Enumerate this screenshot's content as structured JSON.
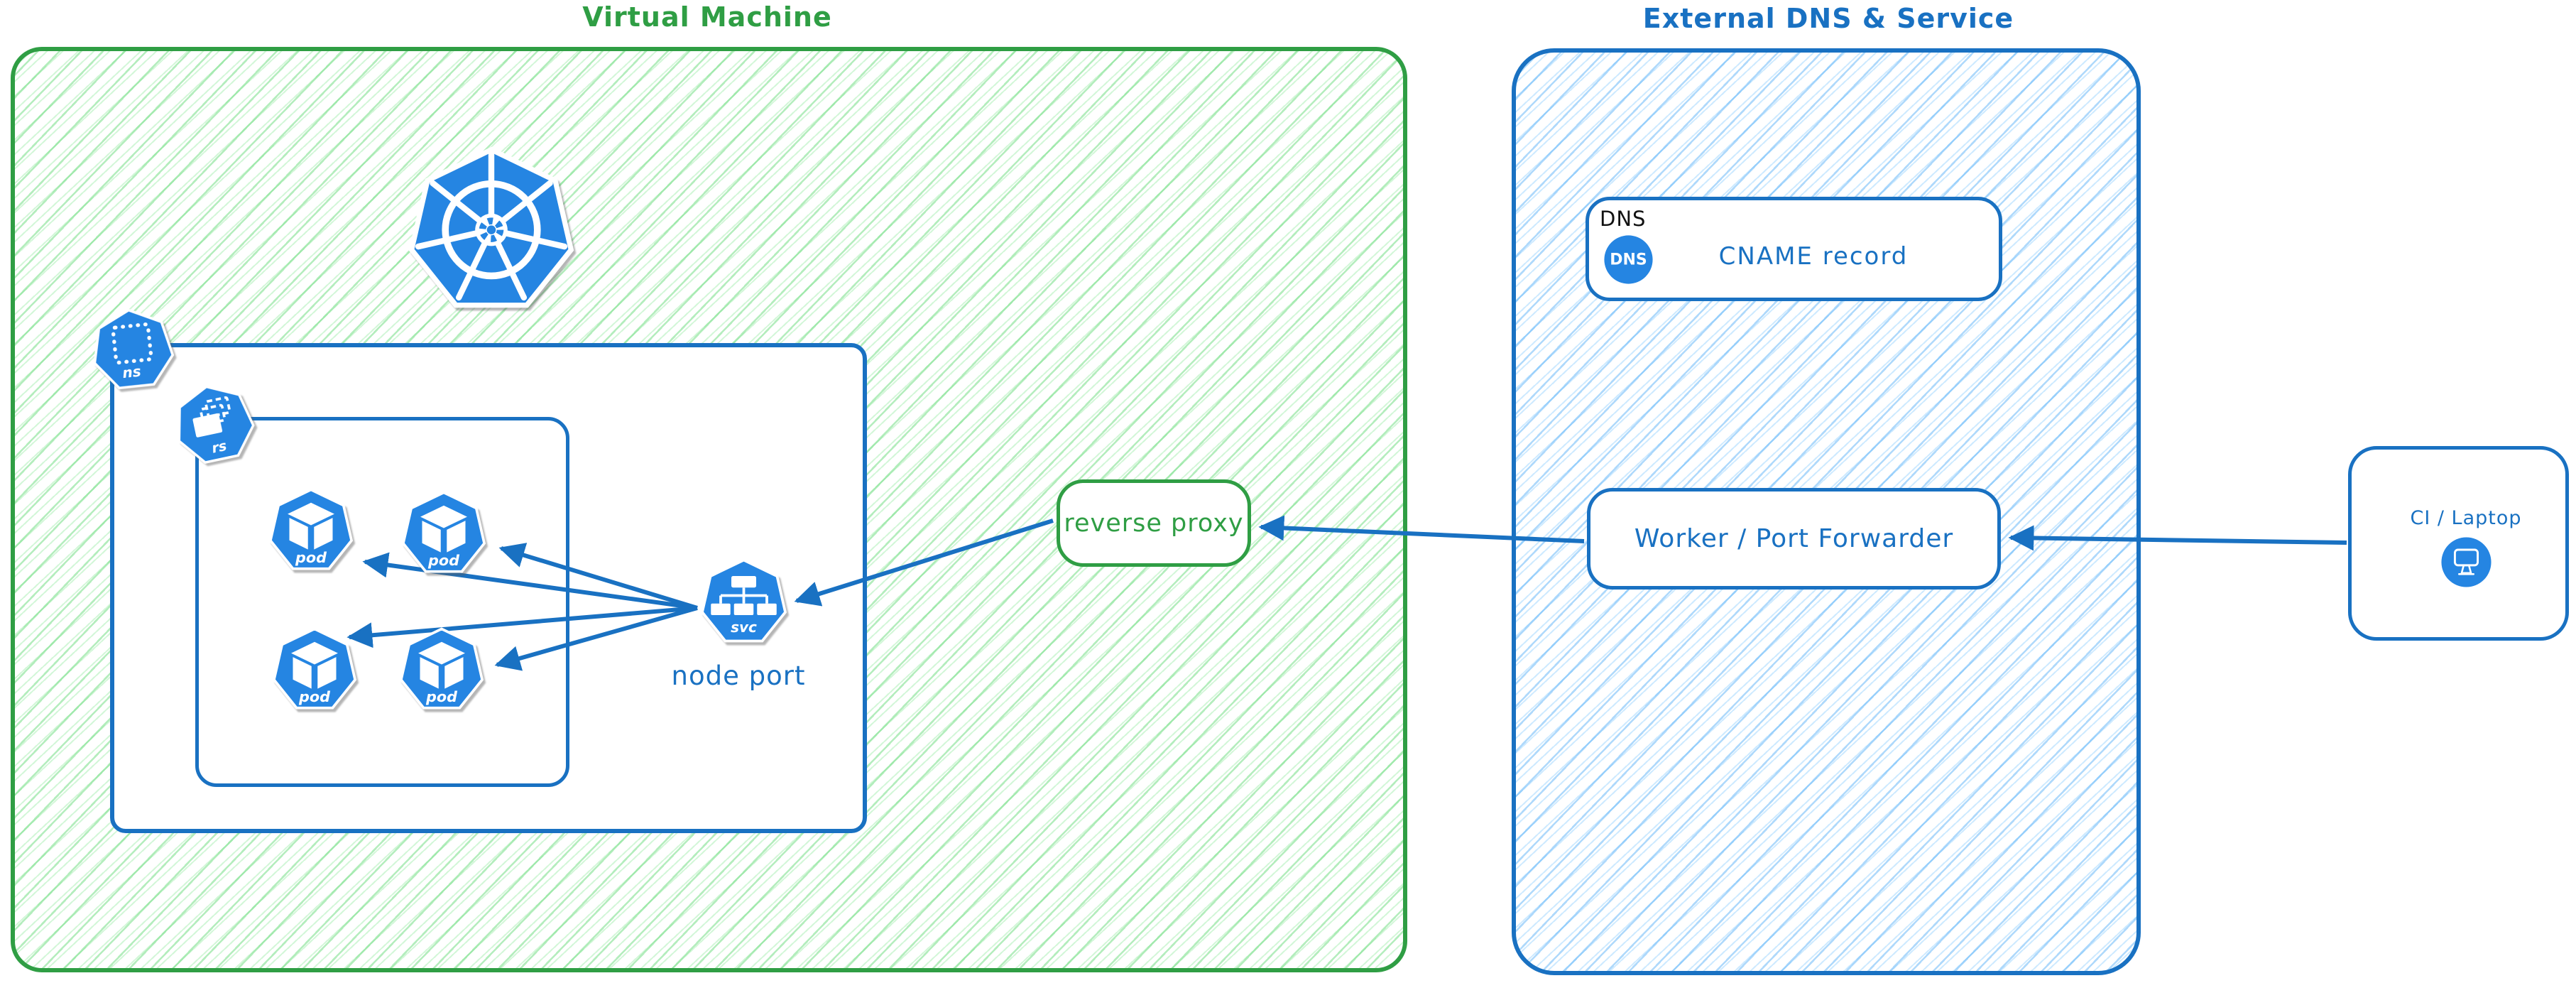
{
  "groups": {
    "vm": {
      "title": "Virtual Machine"
    },
    "external": {
      "title": "External DNS & Service"
    }
  },
  "nodes": {
    "kubernetes_logo": {
      "name": "kubernetes"
    },
    "namespace_icon": {
      "label": "ns"
    },
    "replicaset_icon": {
      "label": "rs"
    },
    "pod_icon": {
      "label": "pod"
    },
    "service_icon": {
      "label": "svc",
      "caption": "node port"
    },
    "reverse_proxy": {
      "label": "reverse proxy"
    },
    "dns_record": {
      "tag": "DNS",
      "icon_text": "DNS",
      "label": "CNAME record"
    },
    "worker": {
      "label": "Worker / Port Forwarder"
    },
    "ci_laptop": {
      "label": "CI / Laptop"
    }
  },
  "edges": [
    {
      "from": "node-port-service",
      "to": "pod-top-left"
    },
    {
      "from": "node-port-service",
      "to": "pod-top-right"
    },
    {
      "from": "node-port-service",
      "to": "pod-bottom-left"
    },
    {
      "from": "node-port-service",
      "to": "pod-bottom-right"
    },
    {
      "from": "reverse-proxy",
      "to": "node-port-service"
    },
    {
      "from": "worker-port-forwarder",
      "to": "reverse-proxy"
    },
    {
      "from": "ci-laptop",
      "to": "worker-port-forwarder"
    }
  ],
  "colors": {
    "green_stroke": "#2f9e44",
    "green_hatch": "#8ce99a",
    "blue_stroke": "#1971c2",
    "blue_hatch": "#a5d8ff",
    "icon_blue": "#2585e2",
    "text_black": "#111111",
    "white": "#ffffff"
  }
}
